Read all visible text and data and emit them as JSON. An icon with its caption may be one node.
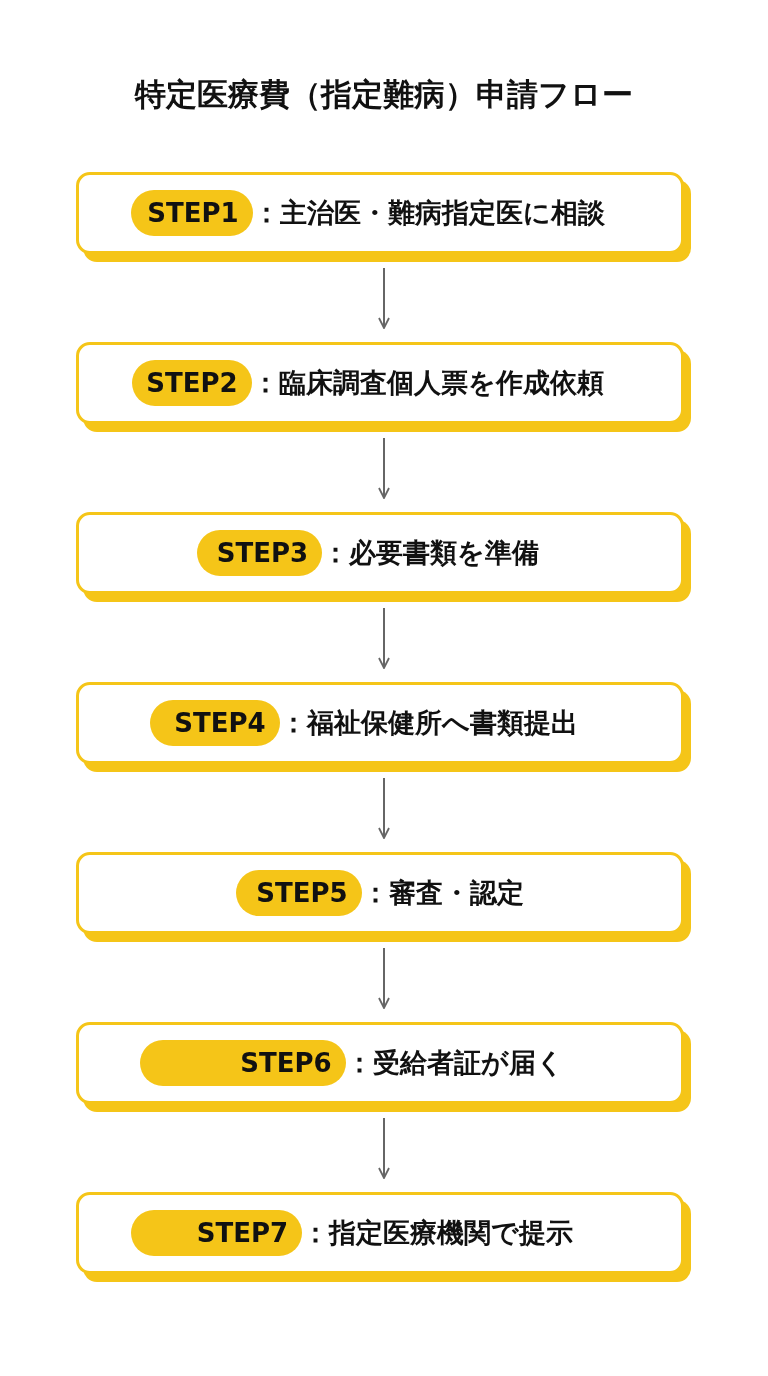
{
  "diagram": {
    "title": "特定医療費（指定難病）申請フロー",
    "nodes": [
      {
        "text": [
          "STEP1",
          "：主治医・難病指定医に相談"
        ]
      },
      {
        "text": [
          "STEP2",
          "：臨床調査個人票を作成依頼"
        ]
      },
      {
        "text": [
          "STEP3",
          "：必要書類を準備"
        ]
      },
      {
        "text": [
          "STEP4",
          "：福祉保健所へ書類提出"
        ]
      },
      {
        "text": [
          "STEP5",
          "：審査・認定"
        ]
      },
      {
        "text": [
          "STEP6",
          "：受給者証が届く"
        ]
      },
      {
        "text": [
          "STEP7",
          "：指定医療機関で提示"
        ]
      }
    ],
    "edges": [
      {
        "from": 0,
        "to": 1,
        "arrow": "to"
      },
      {
        "from": 1,
        "to": 2,
        "arrow": "to"
      },
      {
        "from": 2,
        "to": 3,
        "arrow": "to"
      },
      {
        "from": 3,
        "to": 4,
        "arrow": "to"
      },
      {
        "from": 4,
        "to": 5,
        "arrow": "to"
      },
      {
        "from": 5,
        "to": 6,
        "arrow": "to"
      }
    ]
  }
}
